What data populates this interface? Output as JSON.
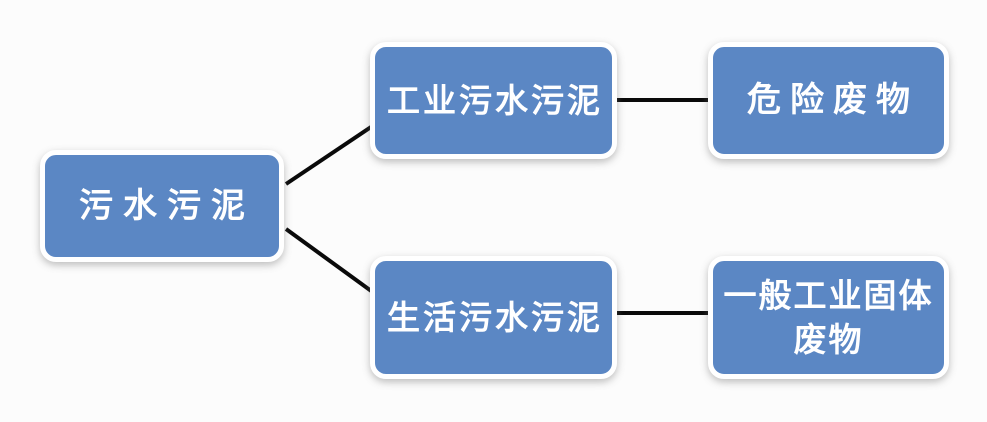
{
  "diagram": {
    "background_color": "#fcfcfc",
    "node_fill_color": "#5b87c4",
    "node_border_color": "#ffffff",
    "node_text_color": "#ffffff",
    "edge_color": "#0a0a0a",
    "nodes": {
      "root": {
        "label": "污水污泥"
      },
      "industrial": {
        "label": "工业污水污泥"
      },
      "hazardous": {
        "label": "危险废物"
      },
      "domestic": {
        "label": "生活污水污泥"
      },
      "general": {
        "label": "一般工业固体废物"
      }
    },
    "edges": [
      {
        "from": "污水污泥",
        "to": "工业污水污泥"
      },
      {
        "from": "污水污泥",
        "to": "生活污水污泥"
      },
      {
        "from": "工业污水污泥",
        "to": "危险废物"
      },
      {
        "from": "生活污水污泥",
        "to": "一般工业固体废物"
      }
    ]
  }
}
